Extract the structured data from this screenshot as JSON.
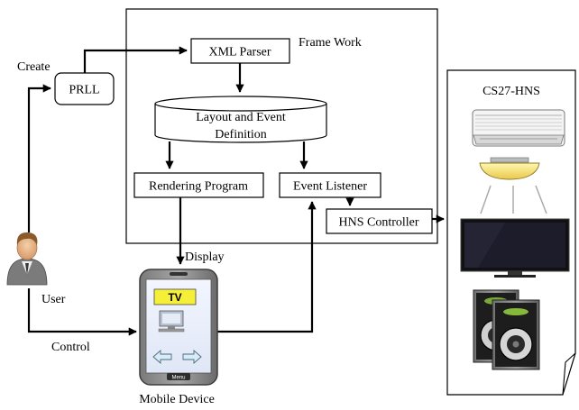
{
  "diagram": {
    "framework_label": "Frame Work",
    "nodes": {
      "prll": "PRLL",
      "xml_parser": "XML Parser",
      "layout_def_line1": "Layout and Event",
      "layout_def_line2": "Definition",
      "rendering_program": "Rendering Program",
      "event_listener": "Event Listener",
      "hns_controller": "HNS Controller"
    },
    "labels": {
      "create": "Create",
      "display": "Display",
      "user": "User",
      "control": "Control",
      "mobile_device": "Mobile Device",
      "cs27": "CS27-HNS",
      "phone_tv": "TV",
      "phone_menu": "Menu"
    },
    "icons": {
      "user": "user-person-icon",
      "mobile": "mobile-device-icon",
      "aircon": "air-conditioner-icon",
      "light": "ceiling-light-icon",
      "tv": "television-icon",
      "speakers": "speaker-icon"
    },
    "edges": [
      {
        "from": "prll",
        "to": "xml_parser"
      },
      {
        "from": "xml_parser",
        "to": "layout_and_event_definition"
      },
      {
        "from": "layout_and_event_definition",
        "to": "rendering_program"
      },
      {
        "from": "layout_and_event_definition",
        "to": "event_listener"
      },
      {
        "from": "event_listener",
        "to": "hns_controller"
      },
      {
        "from": "hns_controller",
        "to": "cs27_hns"
      },
      {
        "from": "rendering_program",
        "to": "mobile_device",
        "label": "Display"
      },
      {
        "from": "user",
        "to": "prll",
        "label": "Create"
      },
      {
        "from": "user",
        "to": "mobile_device",
        "label": "Control"
      },
      {
        "from": "mobile_device",
        "to": "event_listener"
      }
    ]
  }
}
